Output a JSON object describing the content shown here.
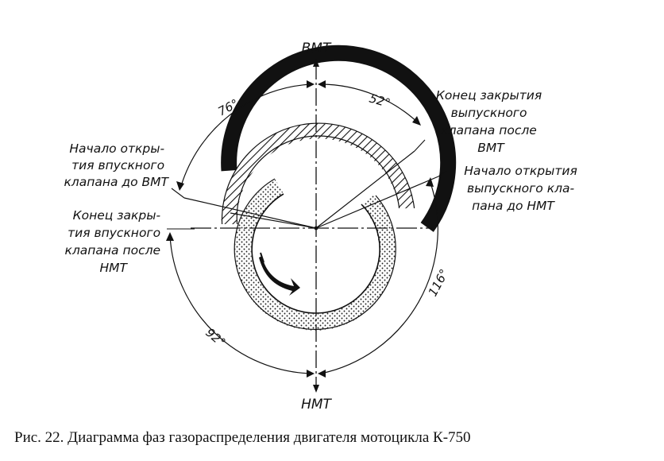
{
  "labels": {
    "tdc": "ВМТ",
    "bdc": "НМТ",
    "intake_open": [
      "Начало откры-",
      "тия впускного",
      "клапана до ВМТ"
    ],
    "intake_close": [
      "Конец закры-",
      "тия впускного",
      "клапана после",
      "НМТ"
    ],
    "exhaust_close": [
      "Конец закрытия",
      "выпускного",
      "клапана после",
      "ВМТ"
    ],
    "exhaust_open": [
      "Начало открытия",
      "выпускного кла-",
      "пана до НМТ"
    ]
  },
  "angles": {
    "intake_before_tdc": "76°",
    "exhaust_after_tdc": "52°",
    "intake_after_bdc": "92°",
    "exhaust_before_bdc": "116°"
  },
  "caption": "Рис. 22. Диаграмма фаз газораспределения двигателя мотоцикла К-750",
  "colors": {
    "ink": "#111111",
    "paper": "#ffffff"
  }
}
